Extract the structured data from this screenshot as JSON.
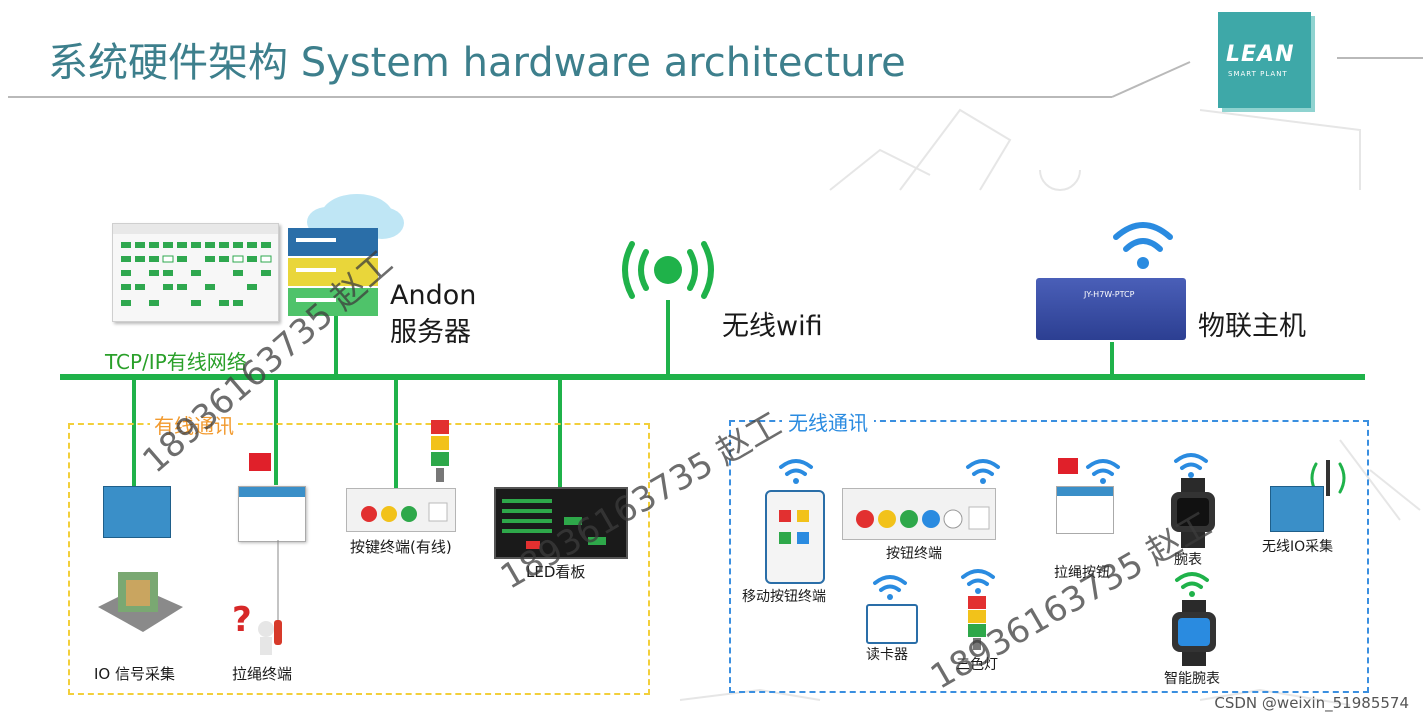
{
  "title": "系统硬件架构 System hardware architecture",
  "logo": {
    "text": "LEAN",
    "subtitle": "SMART PLANT"
  },
  "network_label": "TCP/IP有线网络",
  "top_nodes": {
    "andon_line1": "Andon",
    "andon_line2": "服务器",
    "wifi": "无线wifi",
    "iot": "物联主机",
    "iot_device_label": "JY-H7W-PTCP"
  },
  "wired_section": {
    "title": "有线通讯",
    "items": [
      "IO 信号采集",
      "拉绳终端",
      "按键终端(有线)",
      "LED看板"
    ]
  },
  "wireless_section": {
    "title": "无线通讯",
    "items": [
      "移动按钮终端",
      "按钮终端",
      "拉绳按钮",
      "腕表",
      "无线IO采集",
      "读卡器",
      "三色灯",
      "智能腕表"
    ]
  },
  "watermark": "18936163735  赵工",
  "csdn": "CSDN @weixin_51985574",
  "colors": {
    "green": "#1fb24a",
    "teal": "#3d7f8c",
    "blue": "#2a8be0",
    "yellow": "#f2cf3b"
  }
}
